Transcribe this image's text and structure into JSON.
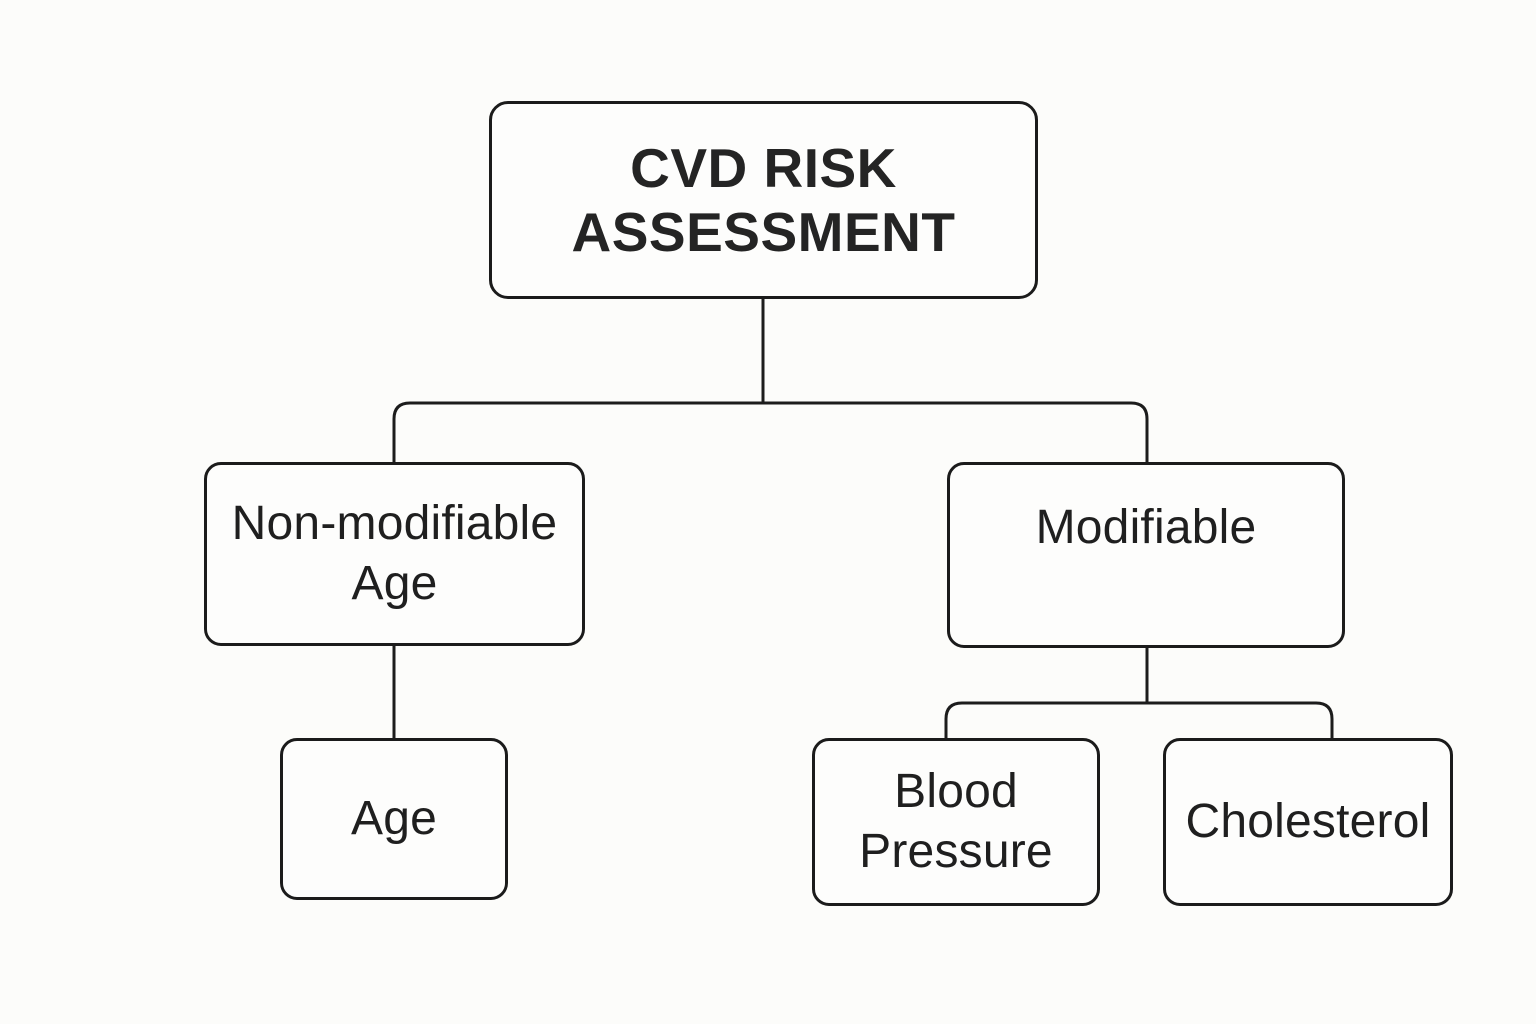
{
  "diagram": {
    "type": "tree-flowchart",
    "title": "CVD RISK ASSESSMENT",
    "nodes": {
      "title": {
        "id": "cvd-risk-assessment",
        "label": "CVD RISK\nASSESSMENT",
        "level": 0
      },
      "nonmodifiable": {
        "id": "non-modifiable-age",
        "label": "Non-modifiable\nAge",
        "level": 1
      },
      "modifiable": {
        "id": "modifiable",
        "label": "Modifiable",
        "level": 1
      },
      "age": {
        "id": "age",
        "label": "Age",
        "level": 2
      },
      "blood_pressure": {
        "id": "blood-pressure",
        "label": "Blood\nPressure",
        "level": 2
      },
      "cholesterol": {
        "id": "cholesterol",
        "label": "Cholesterol",
        "level": 2
      }
    },
    "edges": [
      {
        "from": "cvd-risk-assessment",
        "to": "non-modifiable-age"
      },
      {
        "from": "cvd-risk-assessment",
        "to": "modifiable"
      },
      {
        "from": "non-modifiable-age",
        "to": "age"
      },
      {
        "from": "modifiable",
        "to": "blood-pressure"
      },
      {
        "from": "modifiable",
        "to": "cholesterol"
      }
    ],
    "colors": {
      "background": "#fcfcfa",
      "node_fill": "#fdfdfc",
      "border": "#1b1b1b",
      "text": "#1f1f1f",
      "connector": "#1c1c1c"
    }
  }
}
